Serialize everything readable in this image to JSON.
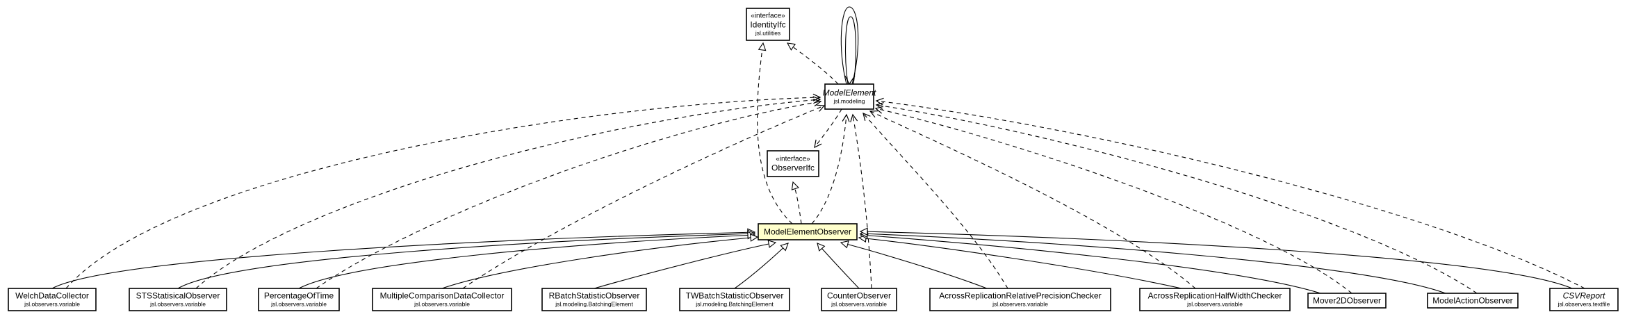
{
  "diagram": {
    "nodes": [
      {
        "id": "identityifc",
        "stereotype": "«interface»",
        "name": "IdentityIfc",
        "package": "jsl.utilities",
        "italic": false
      },
      {
        "id": "modelelement",
        "stereotype": "",
        "name": "ModelElement",
        "package": "jsl.modeling",
        "italic": true
      },
      {
        "id": "observerifc",
        "stereotype": "«interface»",
        "name": "ObserverIfc",
        "package": "",
        "italic": false
      },
      {
        "id": "modelelementobserver",
        "stereotype": "",
        "name": "ModelElementObserver",
        "package": "",
        "italic": false,
        "highlight": "#ffffcc"
      },
      {
        "id": "welchdatacollector",
        "stereotype": "",
        "name": "WelchDataCollector",
        "package": "jsl.observers.variable",
        "italic": false
      },
      {
        "id": "stsstatisicalobserver",
        "stereotype": "",
        "name": "STSStatisicalObserver",
        "package": "jsl.observers.variable",
        "italic": false
      },
      {
        "id": "percentageoftime",
        "stereotype": "",
        "name": "PercentageOfTime",
        "package": "jsl.observers.variable",
        "italic": false
      },
      {
        "id": "multiplecomparisondatacollector",
        "stereotype": "",
        "name": "MultipleComparisonDataCollector",
        "package": "jsl.observers.variable",
        "italic": false
      },
      {
        "id": "rbatchstatisticobserver",
        "stereotype": "",
        "name": "RBatchStatisticObserver",
        "package": "jsl.modeling.BatchingElement",
        "italic": false
      },
      {
        "id": "twbatchstatisticobserver",
        "stereotype": "",
        "name": "TWBatchStatisticObserver",
        "package": "jsl.modeling.BatchingElement",
        "italic": false
      },
      {
        "id": "counterobserver",
        "stereotype": "",
        "name": "CounterObserver",
        "package": "jsl.observers.variable",
        "italic": false
      },
      {
        "id": "acrossreplicationrelativeprecisionchecker",
        "stereotype": "",
        "name": "AcrossReplicationRelativePrecisionChecker",
        "package": "jsl.observers.variable",
        "italic": false
      },
      {
        "id": "acrossreplicationhalfwidthchecker",
        "stereotype": "",
        "name": "AcrossReplicationHalfWidthChecker",
        "package": "jsl.observers.variable",
        "italic": false
      },
      {
        "id": "mover2dobserver",
        "stereotype": "",
        "name": "Mover2DObserver",
        "package": "",
        "italic": false
      },
      {
        "id": "modelactionobserver",
        "stereotype": "",
        "name": "ModelActionObserver",
        "package": "",
        "italic": false
      },
      {
        "id": "csvreport",
        "stereotype": "",
        "name": "CSVReport",
        "package": "jsl.observers.textfile",
        "italic": true
      }
    ],
    "edges": [
      {
        "from": "modelelement",
        "to": "identityifc",
        "kind": "realization"
      },
      {
        "from": "modelelement",
        "to": "modelelement",
        "kind": "association"
      },
      {
        "from": "modelelement",
        "to": "observerifc",
        "kind": "dependency"
      },
      {
        "from": "modelelementobserver",
        "to": "observerifc",
        "kind": "realization"
      },
      {
        "from": "modelelementobserver",
        "to": "identityifc",
        "kind": "realization"
      },
      {
        "from": "modelelementobserver",
        "to": "modelelement",
        "kind": "dependency"
      },
      {
        "from": "welchdatacollector",
        "to": "modelelementobserver",
        "kind": "generalization"
      },
      {
        "from": "stsstatisicalobserver",
        "to": "modelelementobserver",
        "kind": "generalization"
      },
      {
        "from": "percentageoftime",
        "to": "modelelementobserver",
        "kind": "generalization"
      },
      {
        "from": "multiplecomparisondatacollector",
        "to": "modelelementobserver",
        "kind": "generalization"
      },
      {
        "from": "rbatchstatisticobserver",
        "to": "modelelementobserver",
        "kind": "generalization"
      },
      {
        "from": "twbatchstatisticobserver",
        "to": "modelelementobserver",
        "kind": "generalization"
      },
      {
        "from": "counterobserver",
        "to": "modelelementobserver",
        "kind": "generalization"
      },
      {
        "from": "acrossreplicationrelativeprecisionchecker",
        "to": "modelelementobserver",
        "kind": "generalization"
      },
      {
        "from": "acrossreplicationhalfwidthchecker",
        "to": "modelelementobserver",
        "kind": "generalization"
      },
      {
        "from": "mover2dobserver",
        "to": "modelelementobserver",
        "kind": "generalization"
      },
      {
        "from": "modelactionobserver",
        "to": "modelelementobserver",
        "kind": "generalization"
      },
      {
        "from": "csvreport",
        "to": "modelelementobserver",
        "kind": "generalization"
      },
      {
        "from": "welchdatacollector",
        "to": "modelelement",
        "kind": "dependency"
      },
      {
        "from": "stsstatisicalobserver",
        "to": "modelelement",
        "kind": "dependency"
      },
      {
        "from": "percentageoftime",
        "to": "modelelement",
        "kind": "dependency"
      },
      {
        "from": "multiplecomparisondatacollector",
        "to": "modelelement",
        "kind": "dependency"
      },
      {
        "from": "counterobserver",
        "to": "modelelement",
        "kind": "dependency"
      },
      {
        "from": "acrossreplicationrelativeprecisionchecker",
        "to": "modelelement",
        "kind": "dependency"
      },
      {
        "from": "acrossreplicationhalfwidthchecker",
        "to": "modelelement",
        "kind": "dependency"
      },
      {
        "from": "mover2dobserver",
        "to": "modelelement",
        "kind": "dependency"
      },
      {
        "from": "modelactionobserver",
        "to": "modelelement",
        "kind": "dependency"
      },
      {
        "from": "csvreport",
        "to": "modelelement",
        "kind": "dependency"
      }
    ]
  }
}
